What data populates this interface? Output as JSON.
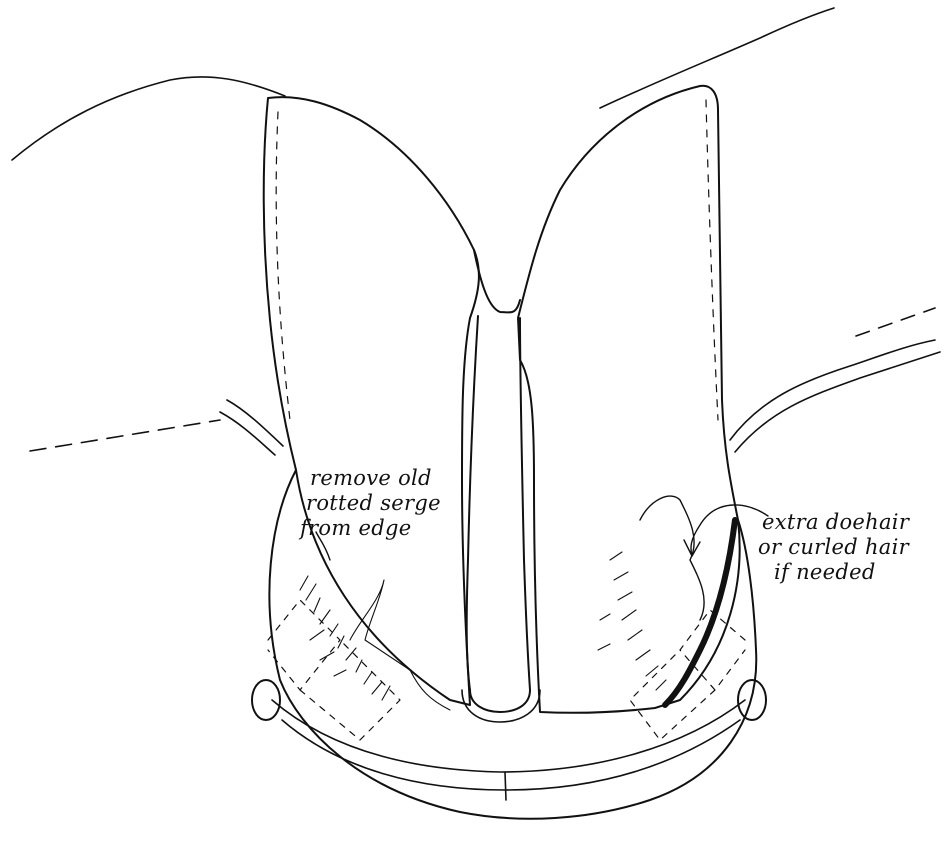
{
  "annotations": {
    "left": {
      "lines": [
        "remove old",
        "rotted serge",
        "from edge"
      ]
    },
    "right": {
      "lines": [
        "extra doehair",
        "or curled hair",
        "if needed"
      ]
    }
  },
  "style": {
    "ink_color": "#111111",
    "paper_color": "#ffffff"
  }
}
